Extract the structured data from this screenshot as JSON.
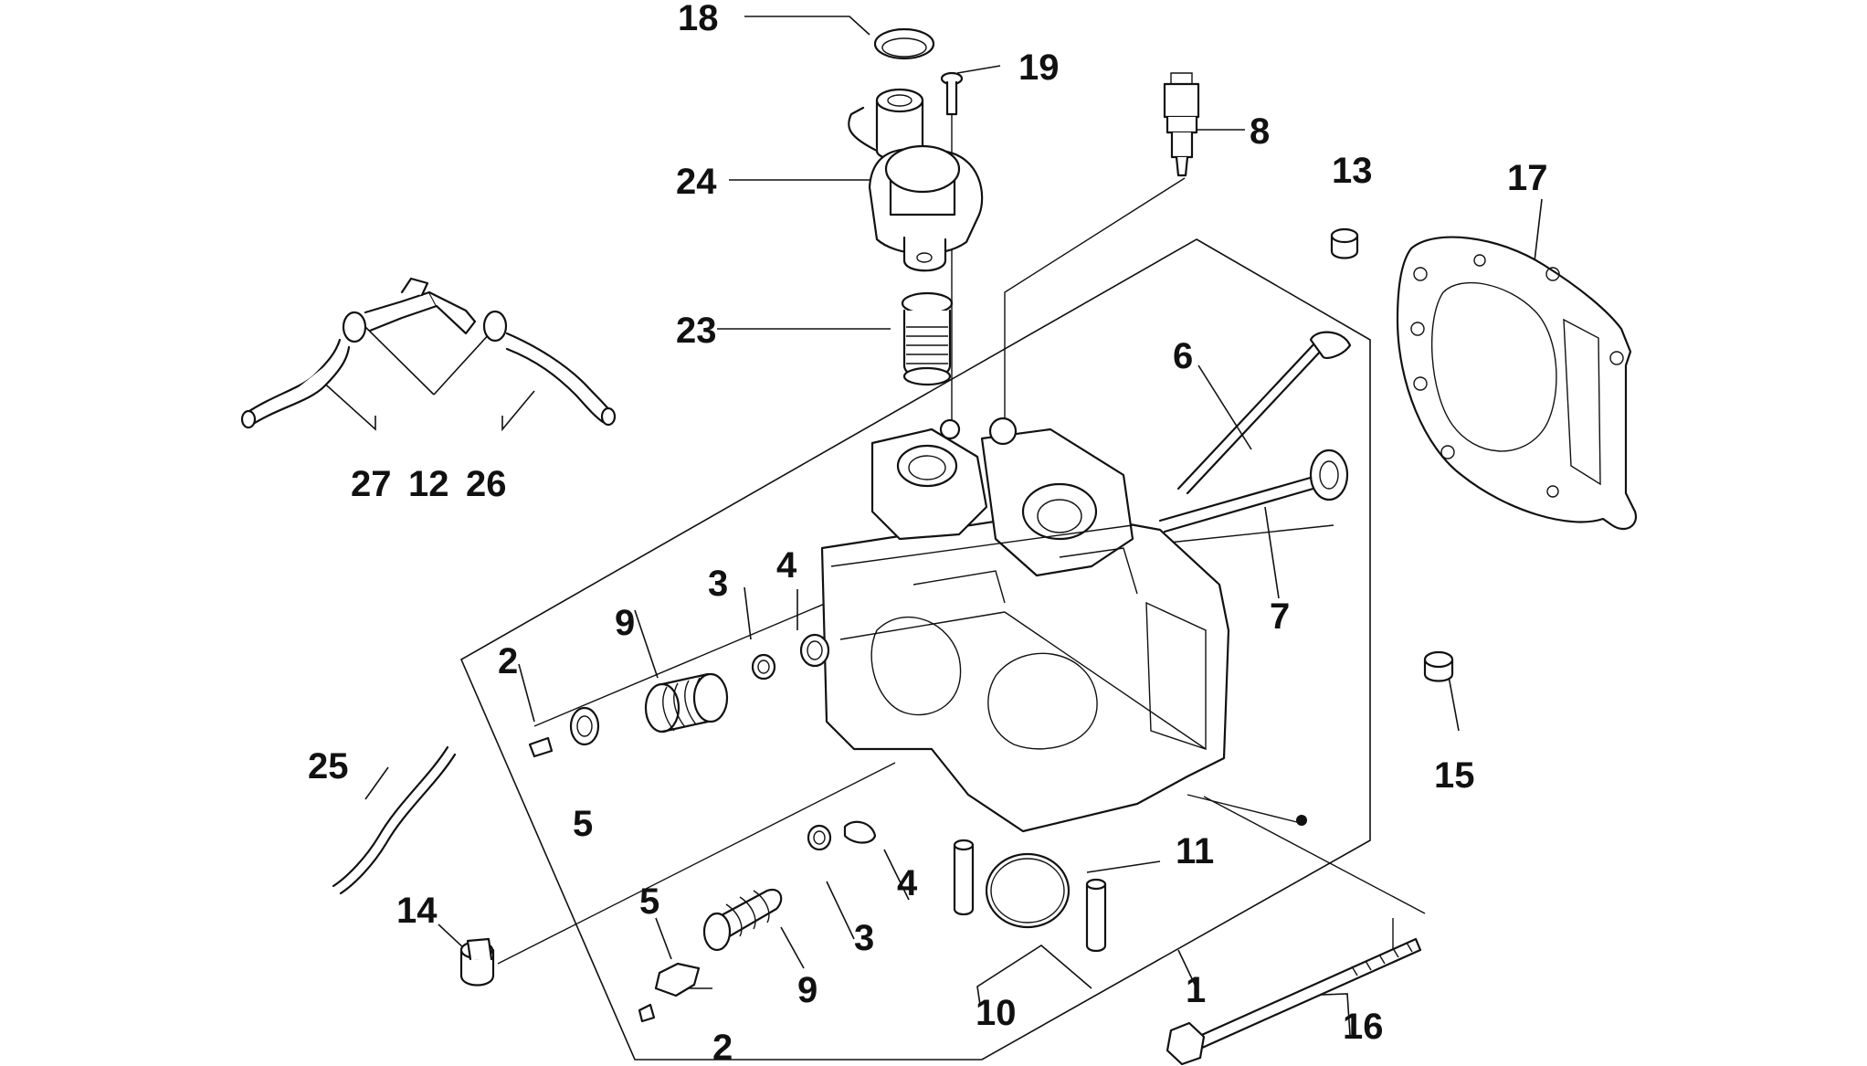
{
  "callouts": [
    {
      "id": "c18",
      "text": "18"
    },
    {
      "id": "c19",
      "text": "19"
    },
    {
      "id": "c8",
      "text": "8"
    },
    {
      "id": "c24",
      "text": "24"
    },
    {
      "id": "c13",
      "text": "13"
    },
    {
      "id": "c17",
      "text": "17"
    },
    {
      "id": "c23",
      "text": "23"
    },
    {
      "id": "c6",
      "text": "6"
    },
    {
      "id": "c27",
      "text": "27"
    },
    {
      "id": "c12",
      "text": "12"
    },
    {
      "id": "c26",
      "text": "26"
    },
    {
      "id": "c7",
      "text": "7"
    },
    {
      "id": "c3a",
      "text": "3"
    },
    {
      "id": "c4a",
      "text": "4"
    },
    {
      "id": "c9a",
      "text": "9"
    },
    {
      "id": "c2a",
      "text": "2"
    },
    {
      "id": "c25",
      "text": "25"
    },
    {
      "id": "c5a",
      "text": "5"
    },
    {
      "id": "c15",
      "text": "15"
    },
    {
      "id": "c11",
      "text": "11"
    },
    {
      "id": "c4b",
      "text": "4"
    },
    {
      "id": "c14",
      "text": "14"
    },
    {
      "id": "c5b",
      "text": "5"
    },
    {
      "id": "c3b",
      "text": "3"
    },
    {
      "id": "c9b",
      "text": "9"
    },
    {
      "id": "c1",
      "text": "1"
    },
    {
      "id": "c10",
      "text": "10"
    },
    {
      "id": "c16",
      "text": "16"
    },
    {
      "id": "c2b",
      "text": "2"
    }
  ]
}
